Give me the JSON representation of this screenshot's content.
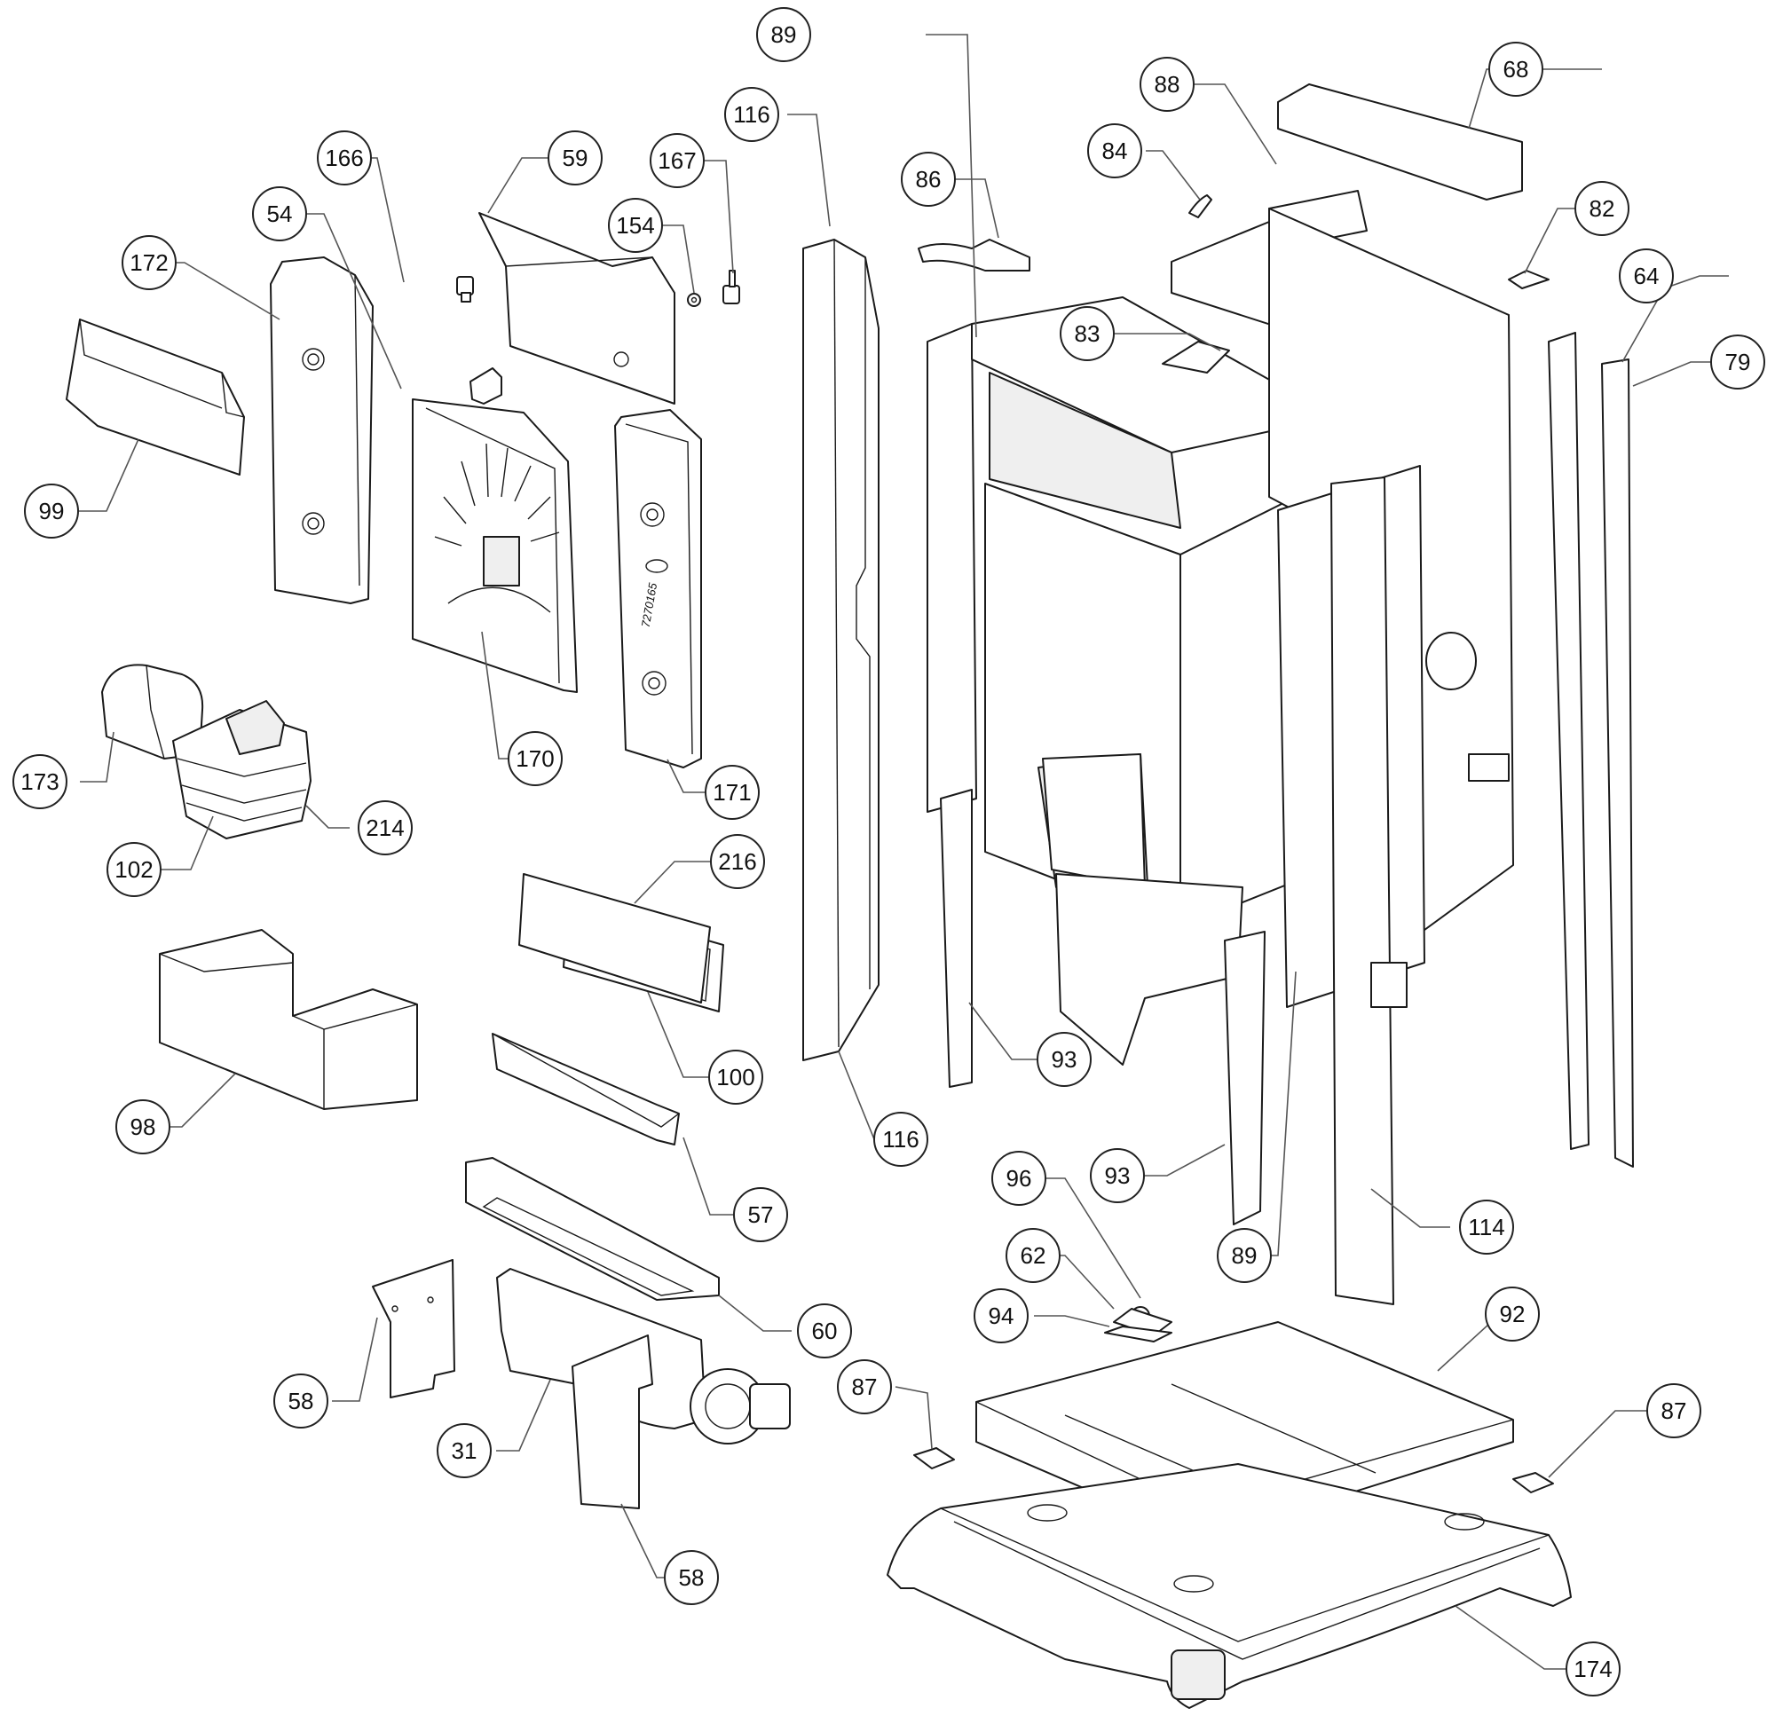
{
  "diagram": {
    "part_stamp": "7270165",
    "callouts": [
      {
        "id": "c-89-top",
        "label": "89"
      },
      {
        "id": "c-116-top",
        "label": "116"
      },
      {
        "id": "c-88",
        "label": "88"
      },
      {
        "id": "c-68",
        "label": "68"
      },
      {
        "id": "c-84",
        "label": "84"
      },
      {
        "id": "c-86",
        "label": "86"
      },
      {
        "id": "c-82",
        "label": "82"
      },
      {
        "id": "c-64",
        "label": "64"
      },
      {
        "id": "c-79",
        "label": "79"
      },
      {
        "id": "c-83",
        "label": "83"
      },
      {
        "id": "c-166",
        "label": "166"
      },
      {
        "id": "c-59",
        "label": "59"
      },
      {
        "id": "c-167",
        "label": "167"
      },
      {
        "id": "c-154",
        "label": "154"
      },
      {
        "id": "c-54",
        "label": "54"
      },
      {
        "id": "c-172",
        "label": "172"
      },
      {
        "id": "c-99",
        "label": "99"
      },
      {
        "id": "c-173",
        "label": "173"
      },
      {
        "id": "c-170",
        "label": "170"
      },
      {
        "id": "c-171",
        "label": "171"
      },
      {
        "id": "c-214",
        "label": "214"
      },
      {
        "id": "c-102",
        "label": "102"
      },
      {
        "id": "c-216",
        "label": "216"
      },
      {
        "id": "c-100",
        "label": "100"
      },
      {
        "id": "c-98",
        "label": "98"
      },
      {
        "id": "c-57",
        "label": "57"
      },
      {
        "id": "c-116-bottom",
        "label": "116"
      },
      {
        "id": "c-93-left",
        "label": "93"
      },
      {
        "id": "c-93-right",
        "label": "93"
      },
      {
        "id": "c-96",
        "label": "96"
      },
      {
        "id": "c-62",
        "label": "62"
      },
      {
        "id": "c-94",
        "label": "94"
      },
      {
        "id": "c-89-bottom",
        "label": "89"
      },
      {
        "id": "c-114",
        "label": "114"
      },
      {
        "id": "c-60",
        "label": "60"
      },
      {
        "id": "c-92",
        "label": "92"
      },
      {
        "id": "c-87-left",
        "label": "87"
      },
      {
        "id": "c-87-right",
        "label": "87"
      },
      {
        "id": "c-58-left",
        "label": "58"
      },
      {
        "id": "c-31",
        "label": "31"
      },
      {
        "id": "c-58-bottom",
        "label": "58"
      },
      {
        "id": "c-174",
        "label": "174"
      }
    ]
  }
}
